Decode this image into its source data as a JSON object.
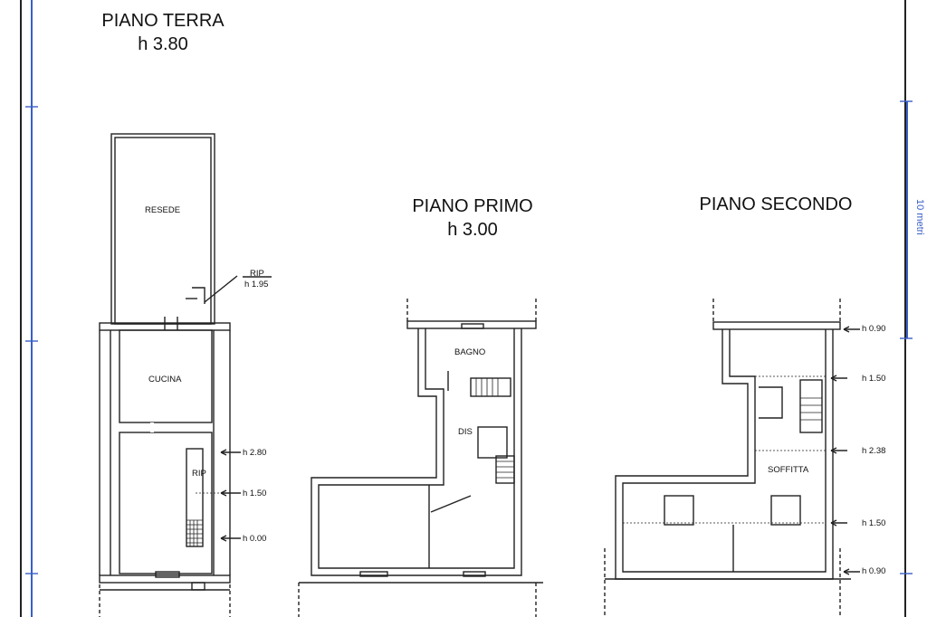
{
  "floors": {
    "ground": {
      "title": "PIANO TERRA",
      "height": "h 3.80",
      "rooms": {
        "resede": "RESEDE",
        "cucina": "CUCINA",
        "rip": "RIP",
        "rip_top": "RIP",
        "rip_top_h": "h 1.95"
      },
      "levels": [
        "h 2.80",
        "h 1.50",
        "h 0.00"
      ]
    },
    "first": {
      "title": "PIANO PRIMO",
      "height": "h 3.00",
      "rooms": {
        "bagno": "BAGNO",
        "dis": "DIS"
      }
    },
    "second": {
      "title": "PIANO SECONDO",
      "rooms": {
        "soffitta": "SOFFITTA"
      },
      "levels": [
        "h 0.90",
        "h 1.50",
        "h 2.38",
        "h 1.50",
        "h 0.90"
      ]
    }
  },
  "scale": {
    "label": "10 metri"
  }
}
